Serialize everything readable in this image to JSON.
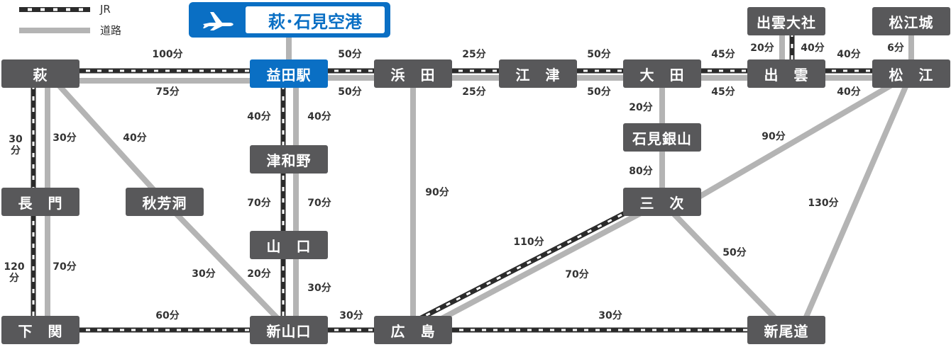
{
  "legend": {
    "jr": "JR",
    "road": "道路"
  },
  "airport": {
    "label": "萩･石見空港",
    "icon": "airplane-icon"
  },
  "colors": {
    "rail": "#2b2b2b",
    "road": "#b4b4b4",
    "node": "#58585a",
    "highlight": "#0a6fc4"
  },
  "nodes": [
    {
      "id": "hagi",
      "label": "萩"
    },
    {
      "id": "masuda",
      "label": "益田駅",
      "highlight": true
    },
    {
      "id": "hamada",
      "label": "浜　田"
    },
    {
      "id": "gotsu",
      "label": "江　津"
    },
    {
      "id": "oda",
      "label": "大　田"
    },
    {
      "id": "izumo",
      "label": "出　雲"
    },
    {
      "id": "matsue",
      "label": "松　江"
    },
    {
      "id": "izumotaisha",
      "label": "出雲大社"
    },
    {
      "id": "matsuejo",
      "label": "松江城"
    },
    {
      "id": "iwamiginzan",
      "label": "石見銀山"
    },
    {
      "id": "tsuwano",
      "label": "津和野"
    },
    {
      "id": "yamaguchi",
      "label": "山　口"
    },
    {
      "id": "nagato",
      "label": "長　門"
    },
    {
      "id": "akiyoshido",
      "label": "秋芳洞"
    },
    {
      "id": "miyoshi",
      "label": "三　次"
    },
    {
      "id": "shimonoseki",
      "label": "下　関"
    },
    {
      "id": "shinyamaguchi",
      "label": "新山口"
    },
    {
      "id": "hiroshima",
      "label": "広　島"
    },
    {
      "id": "shinonomichi",
      "label": "新尾道"
    }
  ],
  "times": [
    "100分",
    "75分",
    "50分",
    "50分",
    "25分",
    "25分",
    "50分",
    "50分",
    "45分",
    "45分",
    "40分",
    "40分",
    "20分",
    "40分",
    "6分",
    "30\n分",
    "30分",
    "40分",
    "40分",
    "40分",
    "20分",
    "80分",
    "70分",
    "70分",
    "90分",
    "90分",
    "130分",
    "120\n分",
    "70分",
    "30分",
    "20分",
    "30分",
    "60分",
    "30分",
    "110分",
    "70分",
    "50分",
    "30分"
  ]
}
